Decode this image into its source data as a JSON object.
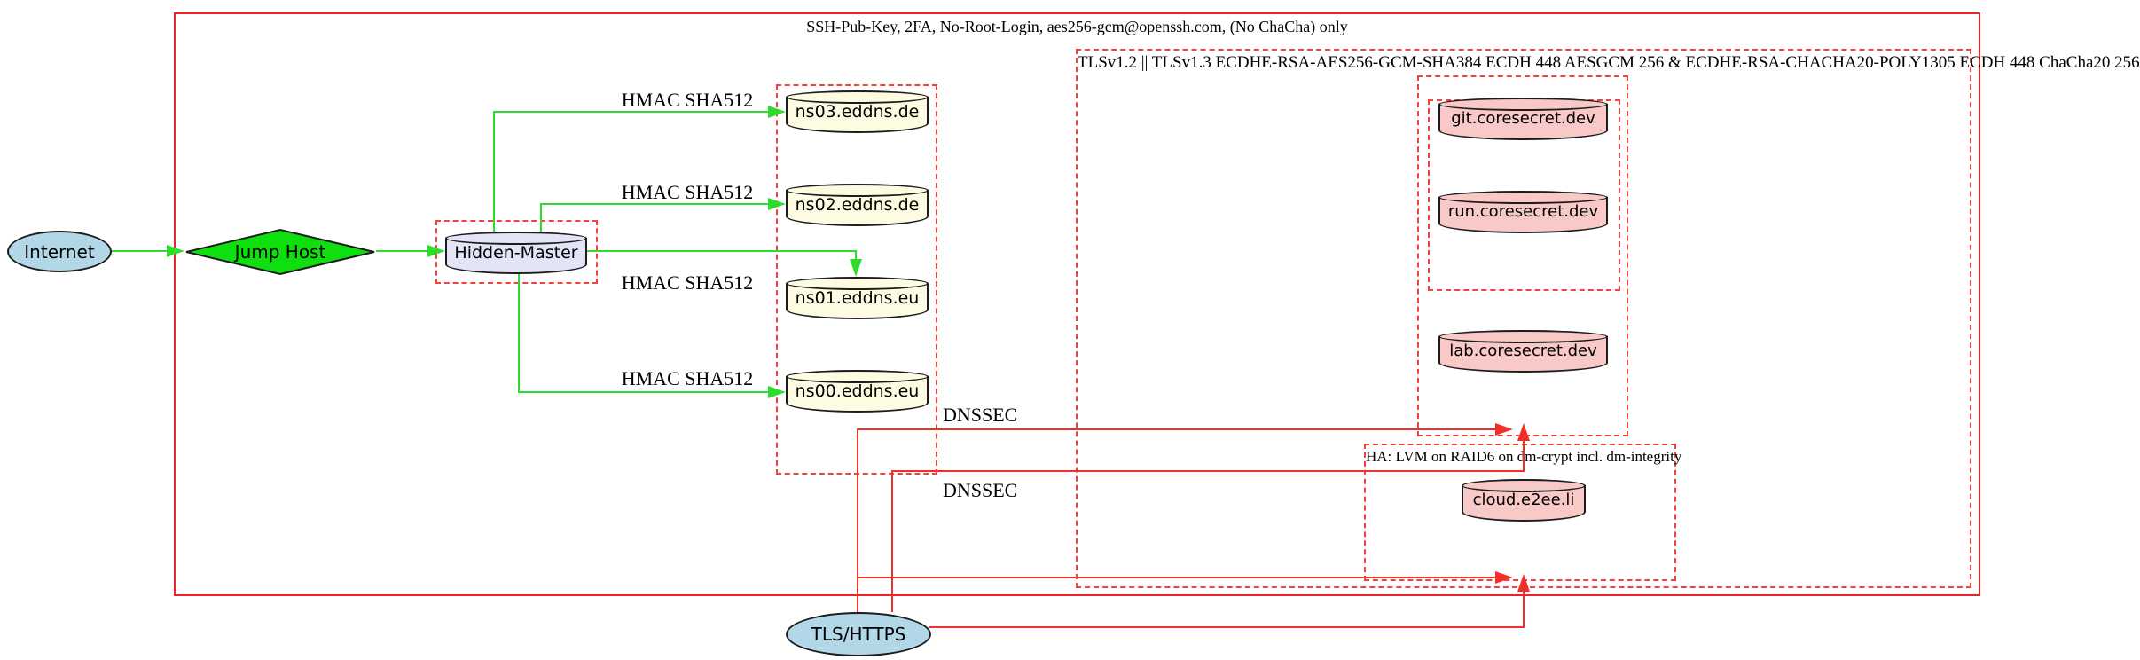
{
  "diagram": {
    "clusters": {
      "ssh": {
        "label": "SSH-Pub-Key, 2FA, No-Root-Login, aes256-gcm@openssh.com, (No ChaCha) only",
        "border_style": "solid",
        "border_color": "#ee2222"
      },
      "dns": {
        "label": "",
        "border_style": "dashed",
        "border_color": "#f4413c"
      },
      "tls": {
        "label": "TLSv1.2 || TLSv1.3 ECDHE-RSA-AES256-GCM-SHA384 ECDH 448 AESGCM 256 & ECDHE-RSA-CHACHA20-POLY1305 ECDH 448 ChaCha20 256",
        "border_style": "dashed",
        "border_color": "#f4413c"
      },
      "websites_outer": {
        "label": "",
        "border_style": "dashed",
        "border_color": "#f4413c"
      },
      "websites_inner": {
        "label": "",
        "border_style": "dashed",
        "border_color": "#f4413c"
      },
      "ha": {
        "label": "HA: LVM on RAID6 on dm-crypt incl. dm-integrity",
        "border_style": "dashed",
        "border_color": "#f4413c"
      }
    },
    "nodes": {
      "internet": {
        "label": "Internet",
        "shape": "ellipse",
        "fill": "#b2d7e7"
      },
      "jump_host": {
        "label": "Jump Host",
        "shape": "diamond",
        "fill": "#0fdf0f"
      },
      "hidden_master": {
        "label": "Hidden-Master",
        "shape": "cylinder",
        "fill": "#e4e4f7"
      },
      "ns03": {
        "label": "ns03.eddns.de",
        "shape": "cylinder",
        "fill": "#fdfce3"
      },
      "ns02": {
        "label": "ns02.eddns.de",
        "shape": "cylinder",
        "fill": "#fdfce3"
      },
      "ns01": {
        "label": "ns01.eddns.eu",
        "shape": "cylinder",
        "fill": "#fdfce3"
      },
      "ns00": {
        "label": "ns00.eddns.eu",
        "shape": "cylinder",
        "fill": "#fdfce3"
      },
      "git": {
        "label": "git.coresecret.dev",
        "shape": "cylinder",
        "fill": "#f9c9c7"
      },
      "run": {
        "label": "run.coresecret.dev",
        "shape": "cylinder",
        "fill": "#f9c9c7"
      },
      "lab": {
        "label": "lab.coresecret.dev",
        "shape": "cylinder",
        "fill": "#f9c9c7"
      },
      "cloud": {
        "label": "cloud.e2ee.li",
        "shape": "cylinder",
        "fill": "#f9c9c7"
      },
      "tls_https": {
        "label": "TLS/HTTPS",
        "shape": "ellipse",
        "fill": "#b2d7e7"
      }
    },
    "edge_labels": {
      "hmac": "HMAC SHA512",
      "dnssec": "DNSSEC"
    },
    "edges": [
      {
        "from": "internet",
        "to": "jump_host",
        "color": "green"
      },
      {
        "from": "jump_host",
        "to": "hidden_master",
        "color": "green"
      },
      {
        "from": "hidden_master",
        "to": "ns03",
        "color": "green",
        "label": "HMAC SHA512"
      },
      {
        "from": "hidden_master",
        "to": "ns02",
        "color": "green",
        "label": "HMAC SHA512"
      },
      {
        "from": "hidden_master",
        "to": "ns01",
        "color": "green",
        "label": "HMAC SHA512"
      },
      {
        "from": "hidden_master",
        "to": "ns00",
        "color": "green",
        "label": "HMAC SHA512"
      },
      {
        "from": "tls_https",
        "to": "websites_outer",
        "color": "red",
        "label": "DNSSEC"
      },
      {
        "from": "tls_https",
        "to": "websites_outer",
        "color": "red",
        "label": "DNSSEC"
      },
      {
        "from": "tls_https",
        "to": "ha",
        "color": "red"
      },
      {
        "from": "tls_https",
        "to": "ha",
        "color": "red"
      }
    ],
    "colors": {
      "edge_green": "#2edc2e",
      "edge_red": "#f03028",
      "box_red": "#ee2222"
    }
  }
}
